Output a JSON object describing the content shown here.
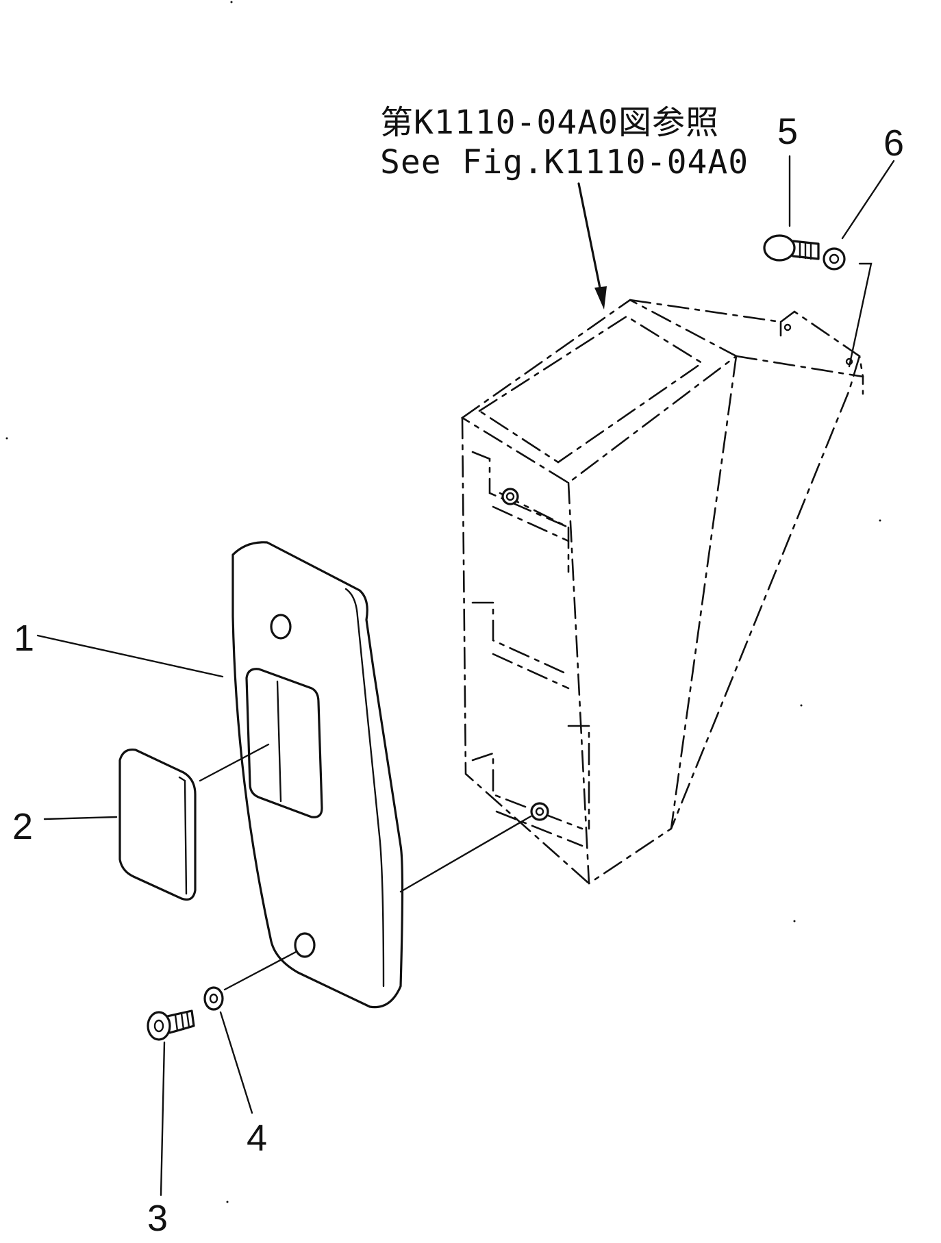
{
  "reference": {
    "line_jp": "第K1110-04A0図参照",
    "line_en": "See Fig.K1110-04A0"
  },
  "callouts": {
    "c1": "1",
    "c2": "2",
    "c3": "3",
    "c4": "4",
    "c5": "5",
    "c6": "6"
  }
}
